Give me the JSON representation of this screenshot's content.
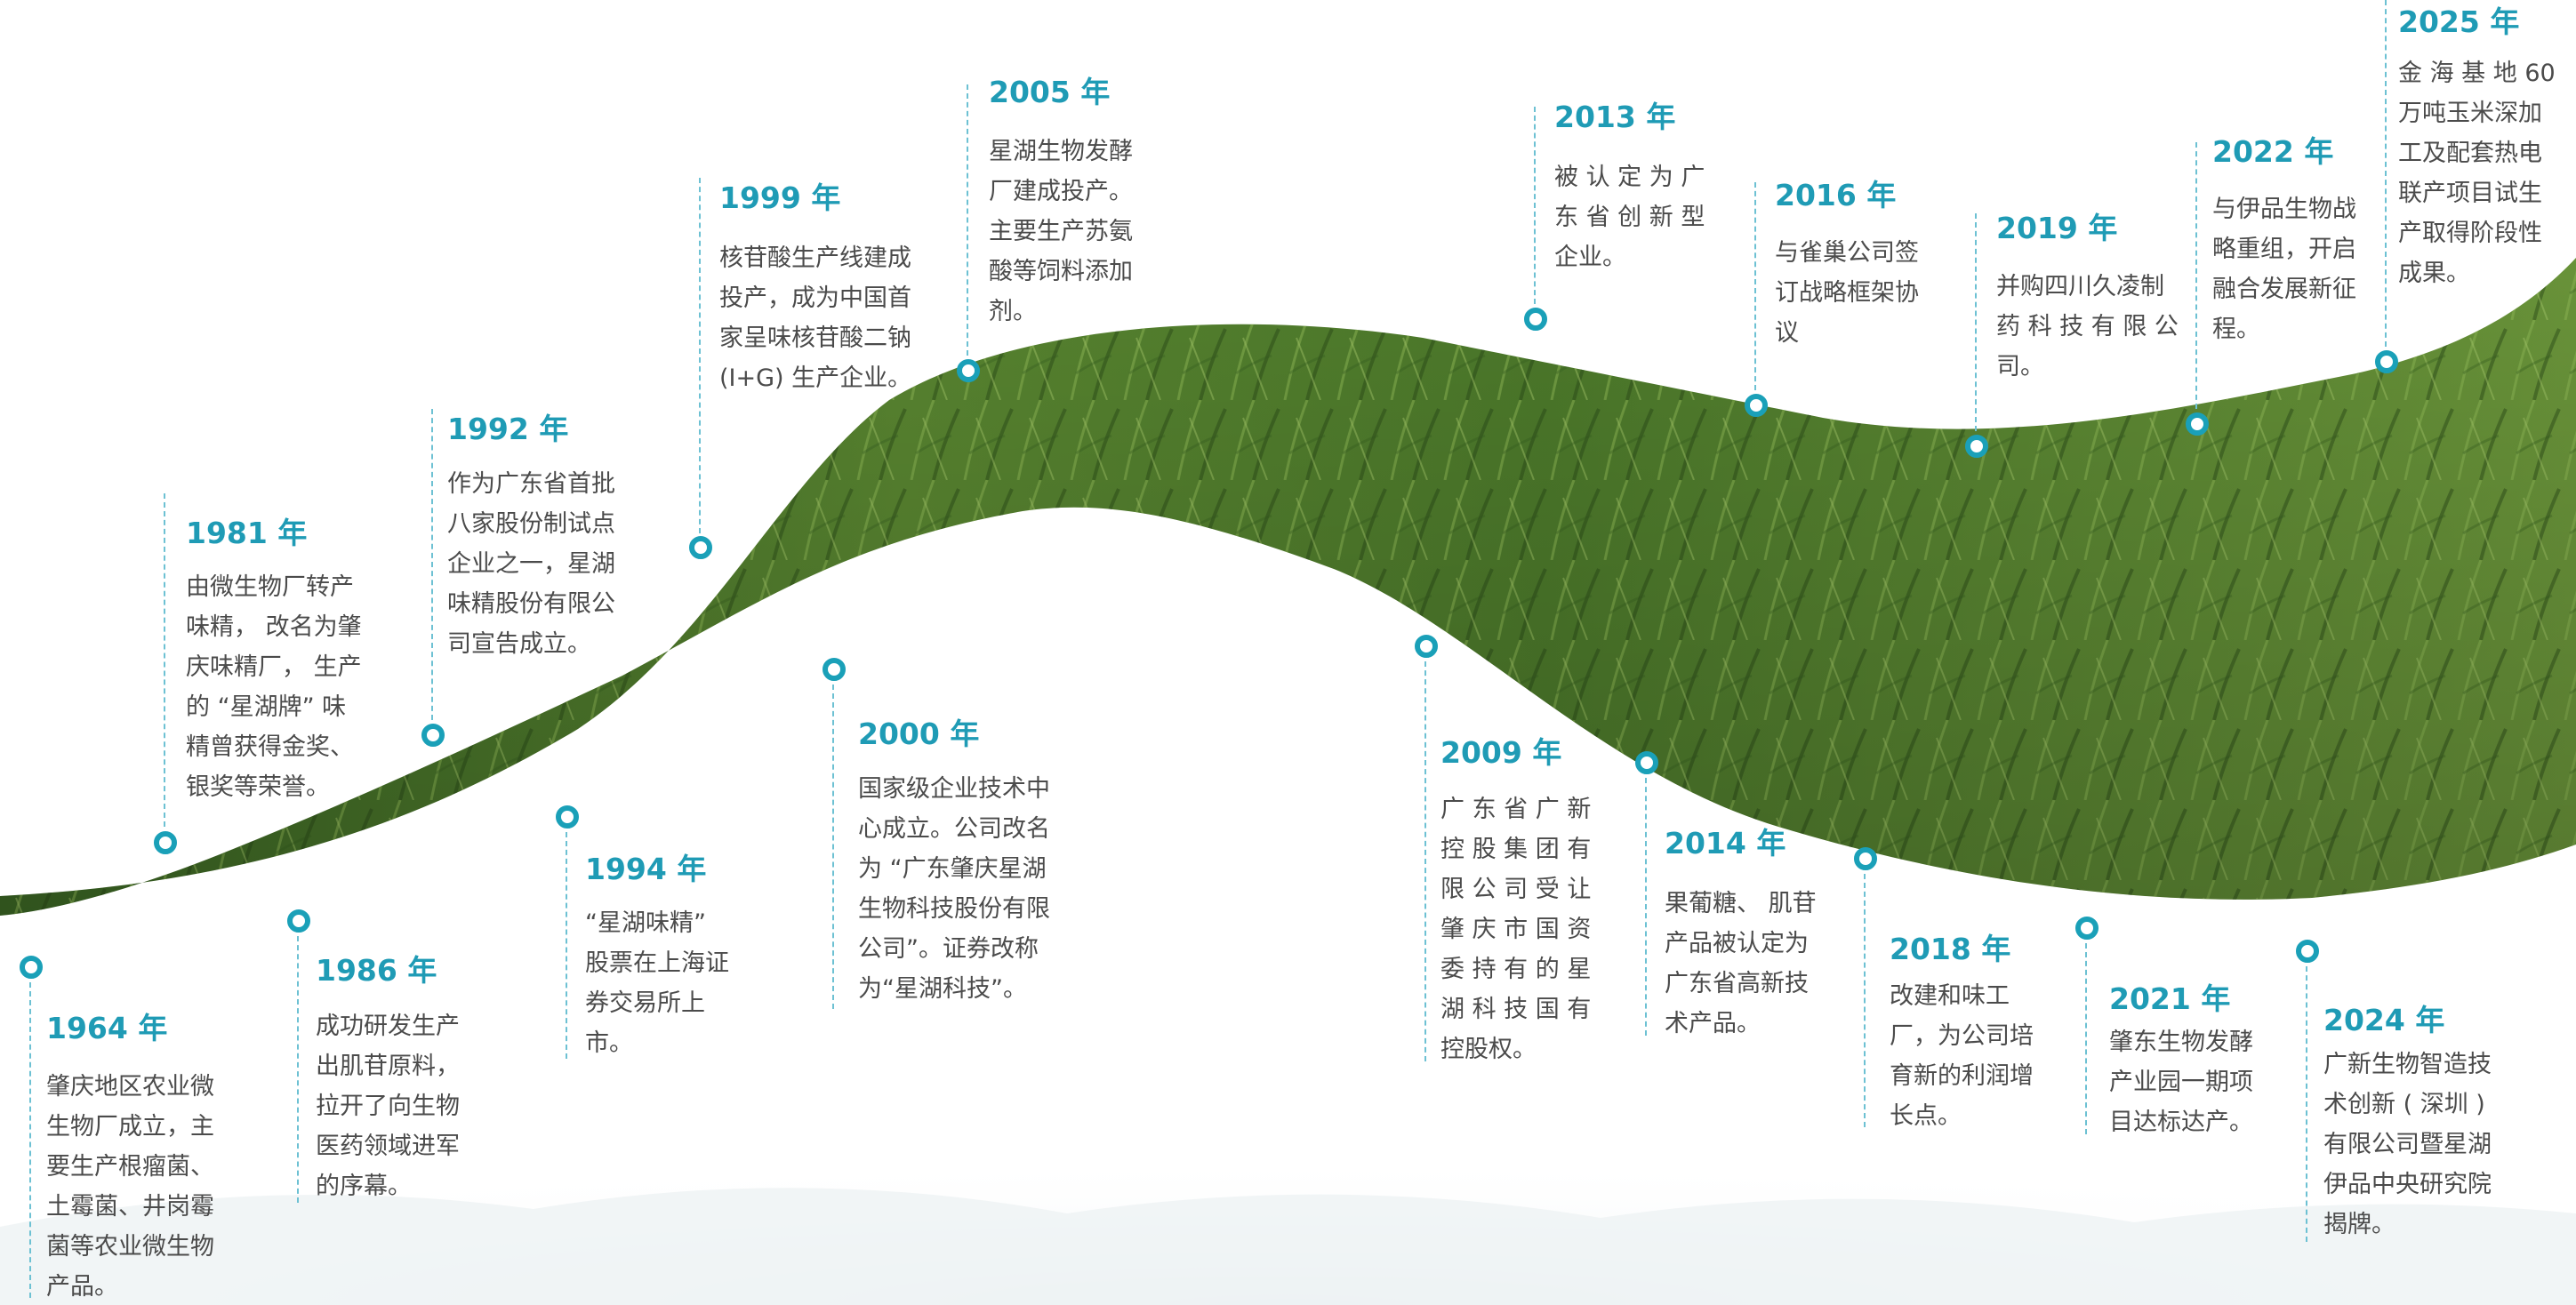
{
  "colors": {
    "accent": "#1f9bb5",
    "text": "#4b4b4b",
    "field_dark": "#2f5a1f",
    "field_light": "#6f9a3a"
  },
  "events": [
    {
      "year": "1964 年",
      "desc": "肇庆地区农业微\n生物厂成立，主\n要生产根瘤菌、\n土霉菌、井岗霉\n菌等农业微生物\n产品。"
    },
    {
      "year": "1981 年",
      "desc": "由微生物厂转产\n味精， 改名为肇\n庆味精厂， 生产\n的 “星湖牌” 味\n精曾获得金奖、\n银奖等荣誉。"
    },
    {
      "year": "1986 年",
      "desc": "成功研发生产\n出肌苷原料，\n拉开了向生物\n医药领域进军\n的序幕。"
    },
    {
      "year": "1992 年",
      "desc": "作为广东省首批\n八家股份制试点\n企业之一，星湖\n味精股份有限公\n司宣告成立。"
    },
    {
      "year": "1994 年",
      "desc": "“星湖味精”\n股票在上海证\n券交易所上\n市。"
    },
    {
      "year": "1999 年",
      "desc": "核苷酸生产线建成\n投产，成为中国首\n家呈味核苷酸二钠\n(I+G) 生产企业。"
    },
    {
      "year": "2000 年",
      "desc": "国家级企业技术中\n心成立。公司改名\n为 “广东肇庆星湖\n生物科技股份有限\n公司”。证券改称\n为“星湖科技”。"
    },
    {
      "year": "2005 年",
      "desc": "星湖生物发酵\n厂建成投产。\n主要生产苏氨\n酸等饲料添加\n剂。"
    },
    {
      "year": "2009 年",
      "desc": "广 东 省 广 新\n控 股 集 团 有\n限 公 司 受 让\n肇 庆 市 国 资\n委 持 有 的 星\n湖 科 技 国 有\n控股权。"
    },
    {
      "year": "2013 年",
      "desc": "被 认 定 为 广\n东 省 创 新 型\n企业。"
    },
    {
      "year": "2014 年",
      "desc": "果葡糖、 肌苷\n产品被认定为\n广东省高新技\n术产品。"
    },
    {
      "year": "2016 年",
      "desc": "与雀巢公司签\n订战略框架协\n议"
    },
    {
      "year": "2018 年",
      "desc": "改建和味工\n厂，为公司培\n育新的利润增\n长点。"
    },
    {
      "year": "2019 年",
      "desc": "并购四川久凌制\n药 科 技 有 限 公\n司。"
    },
    {
      "year": "2021 年",
      "desc": "肇东生物发酵\n产业园一期项\n目达标达产。"
    },
    {
      "year": "2022 年",
      "desc": "与伊品生物战\n略重组，开启\n融合发展新征\n程。"
    },
    {
      "year": "2024 年",
      "desc": "广新生物智造技\n术创新 ( 深圳 )\n有限公司暨星湖\n伊品中央研究院\n揭牌。"
    },
    {
      "year": "2025 年",
      "desc": "金 海 基 地  60\n万吨玉米深加\n工及配套热电\n联产项目试生\n产取得阶段性\n成果。"
    }
  ]
}
